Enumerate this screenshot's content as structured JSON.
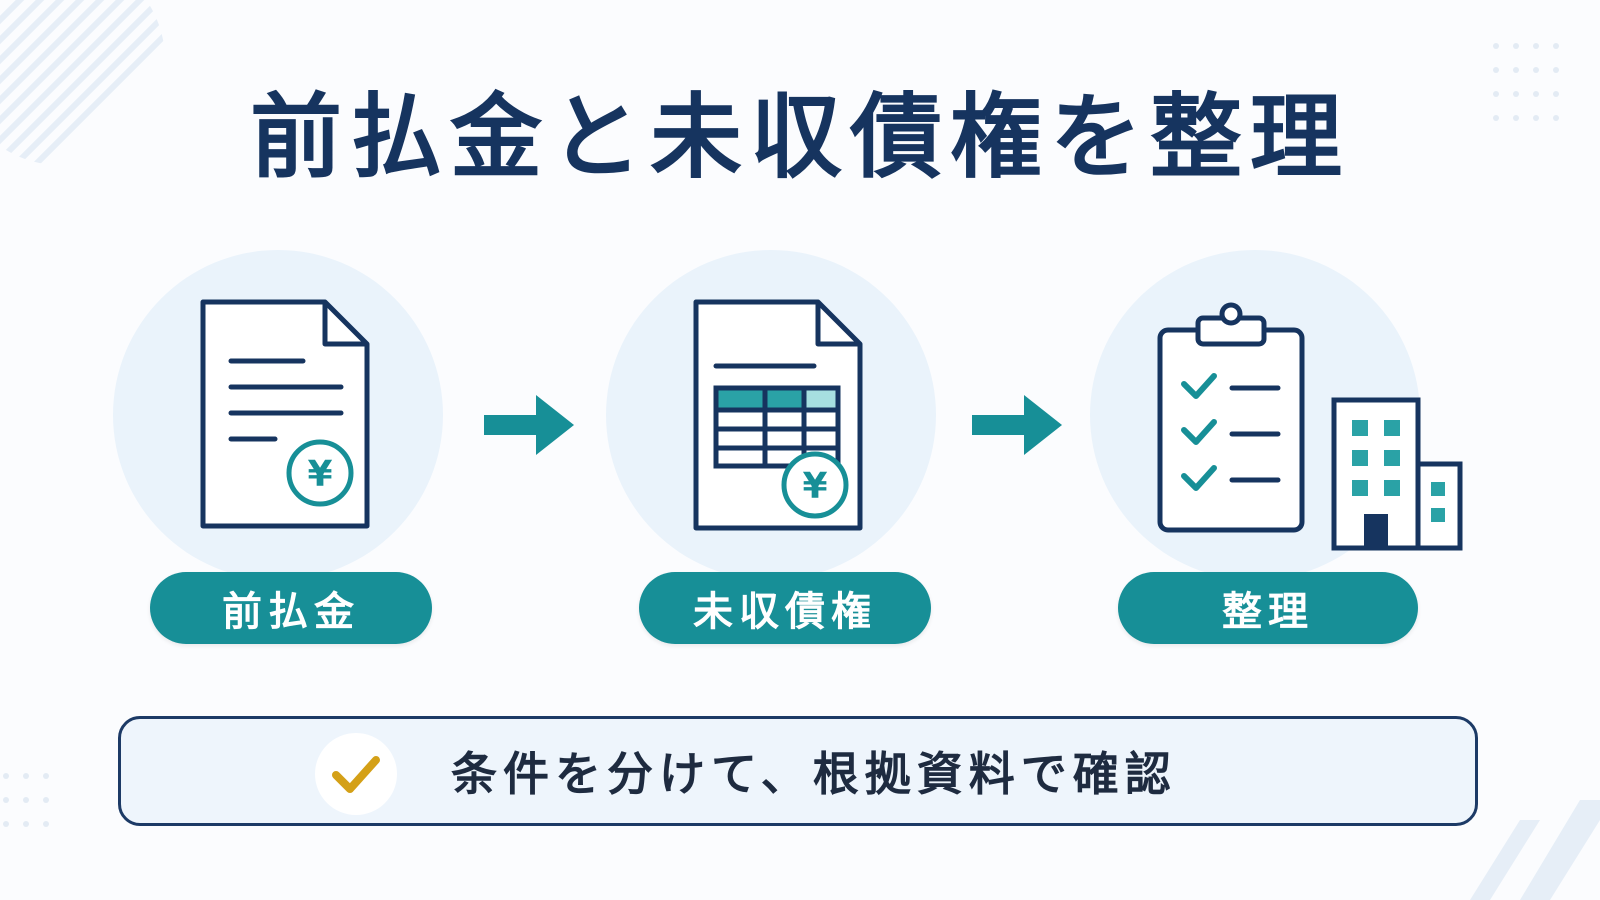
{
  "title": "前払金と未収債権を整理",
  "steps": [
    {
      "label": "前払金",
      "icon": "document-yen-icon"
    },
    {
      "label": "未収債権",
      "icon": "spreadsheet-yen-icon"
    },
    {
      "label": "整理",
      "icon": "checklist-building-icon"
    }
  ],
  "note": {
    "text": "条件を分けて、根拠資料で確認",
    "icon": "checkmark-icon"
  },
  "colors": {
    "navy": "#16345f",
    "teal": "#178f97",
    "circle": "#eaf3fb",
    "gold": "#d4a017"
  }
}
